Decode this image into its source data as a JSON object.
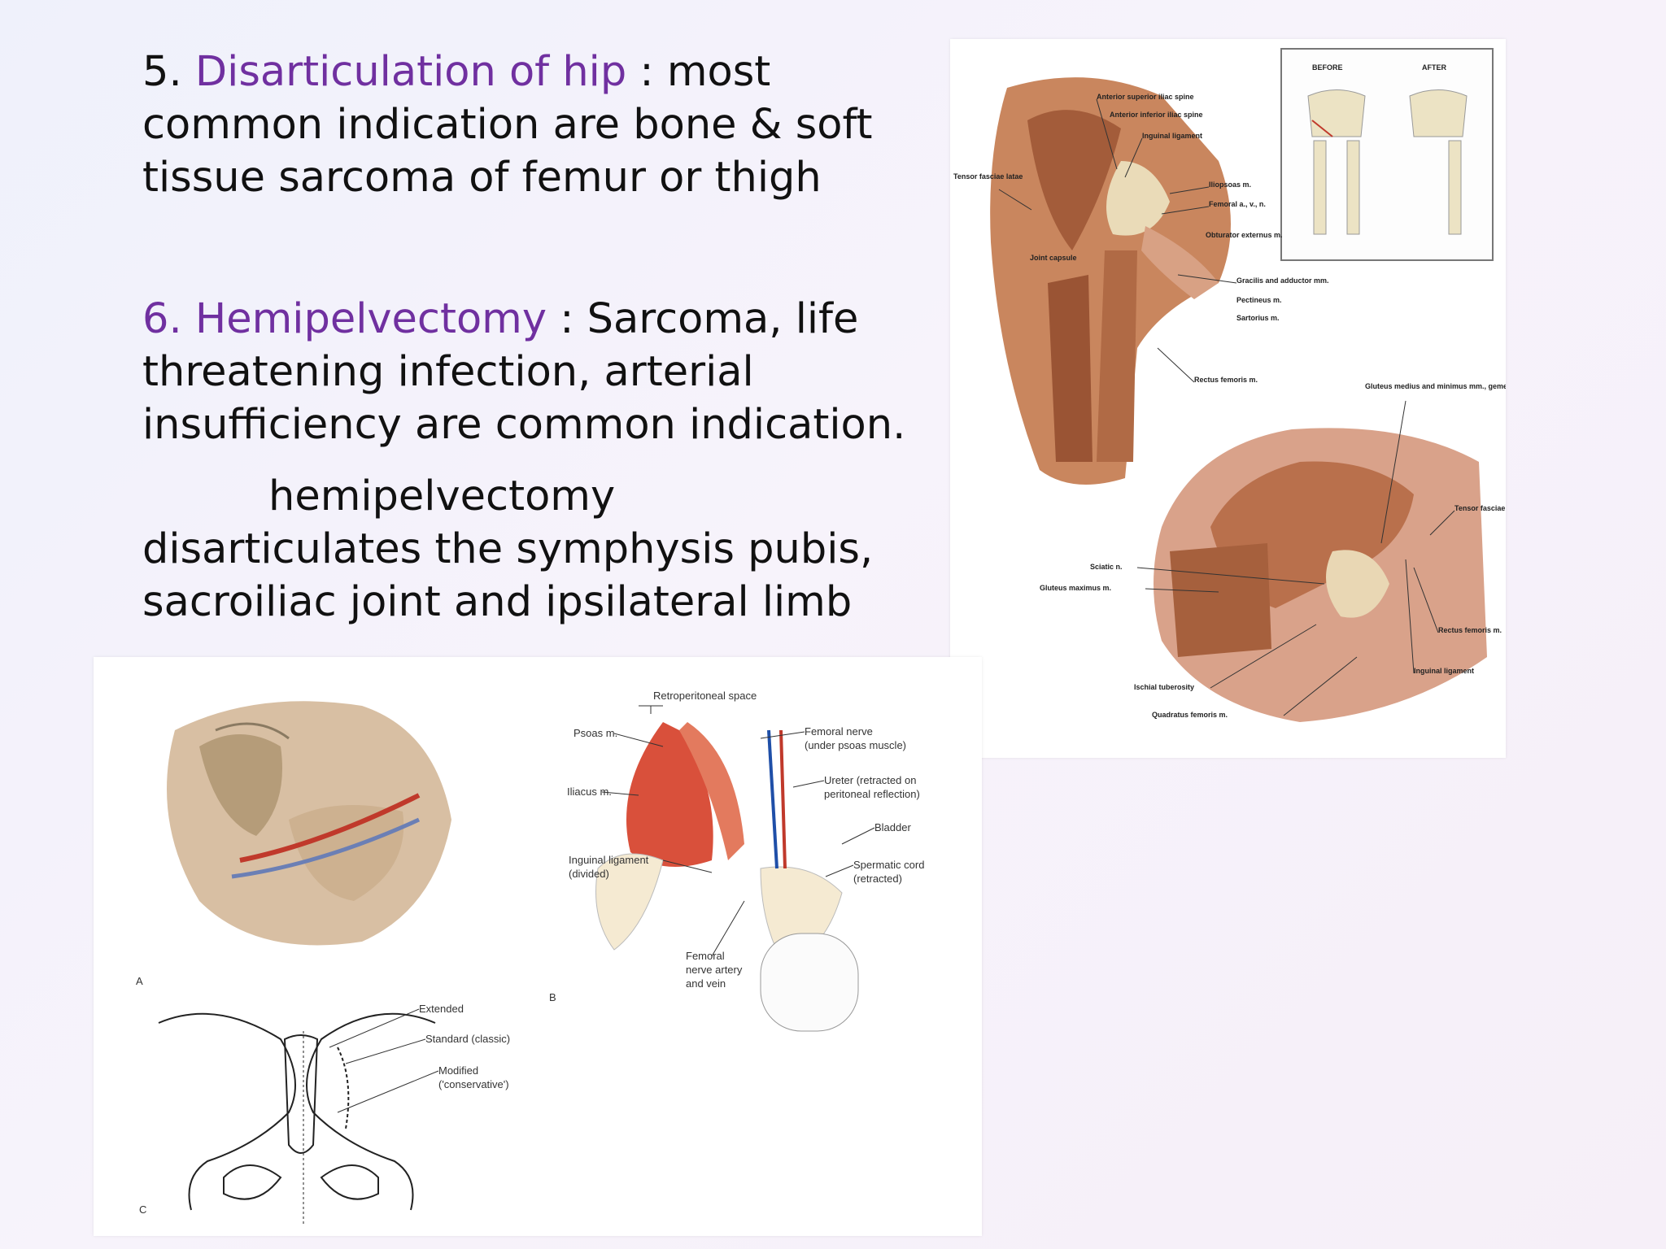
{
  "item5": {
    "number": "5.",
    "title": "Disarticulation of hip",
    "text": " : most common indication are bone & soft tissue sarcoma of femur or thigh"
  },
  "item6": {
    "number": "6. Hemipelvectomy",
    "text": " : Sarcoma, life threatening infection, arterial insufficiency are common indication.",
    "detail": "hemipelvectomy disarticulates the symphysis pubis, sacroiliac joint and ipsilateral limb"
  },
  "figure_right": {
    "before": "BEFORE",
    "after": "AFTER",
    "labels": {
      "asis": "Anterior superior iliac spine",
      "aiis": "Anterior inferior iliac spine",
      "inguinal": "Inguinal ligament",
      "tfl": "Tensor fasciae latae",
      "iliopsoas": "Iliopsoas m.",
      "femoral": "Femoral a., v., n.",
      "obturator": "Obturator externus m.",
      "joint_capsule": "Joint capsule",
      "gracilis": "Gracilis and adductor mm.",
      "pectineus": "Pectineus m.",
      "sartorius": "Sartorius m.",
      "rectus": "Rectus femoris m.",
      "gluteus_medius": "Gluteus medius and minimus mm., gemellus mm., obturator internus m. and piriformis m.",
      "tfl2": "Tensor fasciae latae",
      "sciatic": "Sciatic n.",
      "gmax": "Gluteus maximus m.",
      "rectus2": "Rectus femoris m.",
      "inguinal2": "Inguinal ligament",
      "ischial": "Ischial tuberosity",
      "quadratus": "Quadratus femoris m."
    }
  },
  "figure_bottom": {
    "panel_a": "A",
    "panel_b": "B",
    "panel_c": "C",
    "labels": {
      "retro": "Retroperitoneal space",
      "psoas": "Psoas m.",
      "iliacus": "Iliacus m.",
      "inguinal_a": "Inguinal ligament",
      "inguinal_b": "(divided)",
      "femoral_nerve_a": "Femoral nerve",
      "femoral_nerve_b": "(under psoas muscle)",
      "ureter_a": "Ureter (retracted on",
      "ureter_b": "peritoneal reflection)",
      "bladder": "Bladder",
      "spermatic_a": "Spermatic cord",
      "spermatic_b": "(retracted)",
      "fnav_a": "Femoral",
      "fnav_b": "nerve artery",
      "fnav_c": "and vein",
      "extended": "Extended",
      "standard": "Standard (classic)",
      "modified_a": "Modified",
      "modified_b": "('conservative')"
    }
  }
}
